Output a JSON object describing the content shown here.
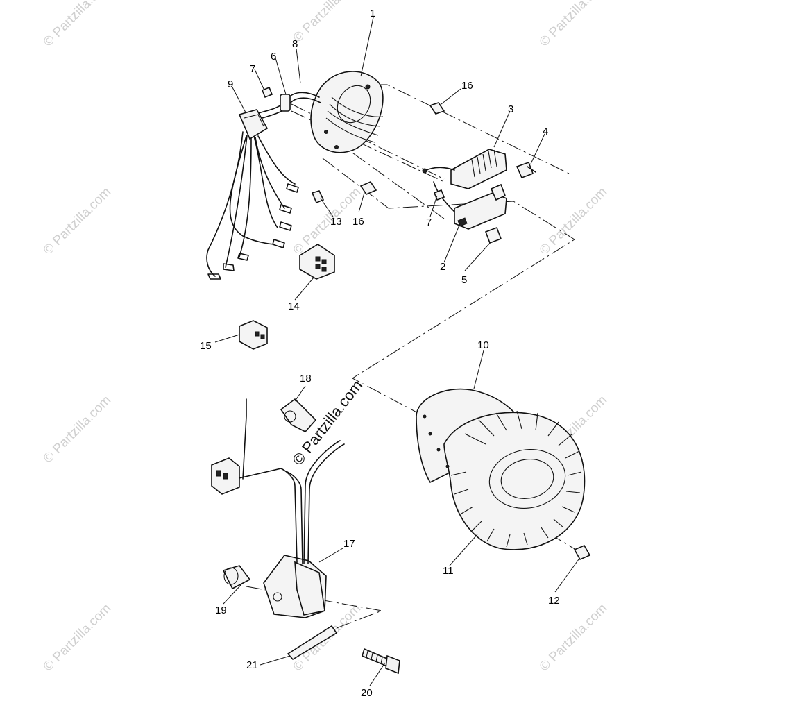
{
  "watermark": "© Partzilla.com",
  "callouts": {
    "c1": "1",
    "c2": "2",
    "c3": "3",
    "c4": "4",
    "c5": "5",
    "c6": "6",
    "c7a": "7",
    "c7b": "7",
    "c8": "8",
    "c9": "9",
    "c10": "10",
    "c11": "11",
    "c12": "12",
    "c13": "13",
    "c14": "14",
    "c15": "15",
    "c16a": "16",
    "c16b": "16",
    "c17": "17",
    "c18": "18",
    "c19": "19",
    "c20": "20",
    "c21": "21"
  }
}
